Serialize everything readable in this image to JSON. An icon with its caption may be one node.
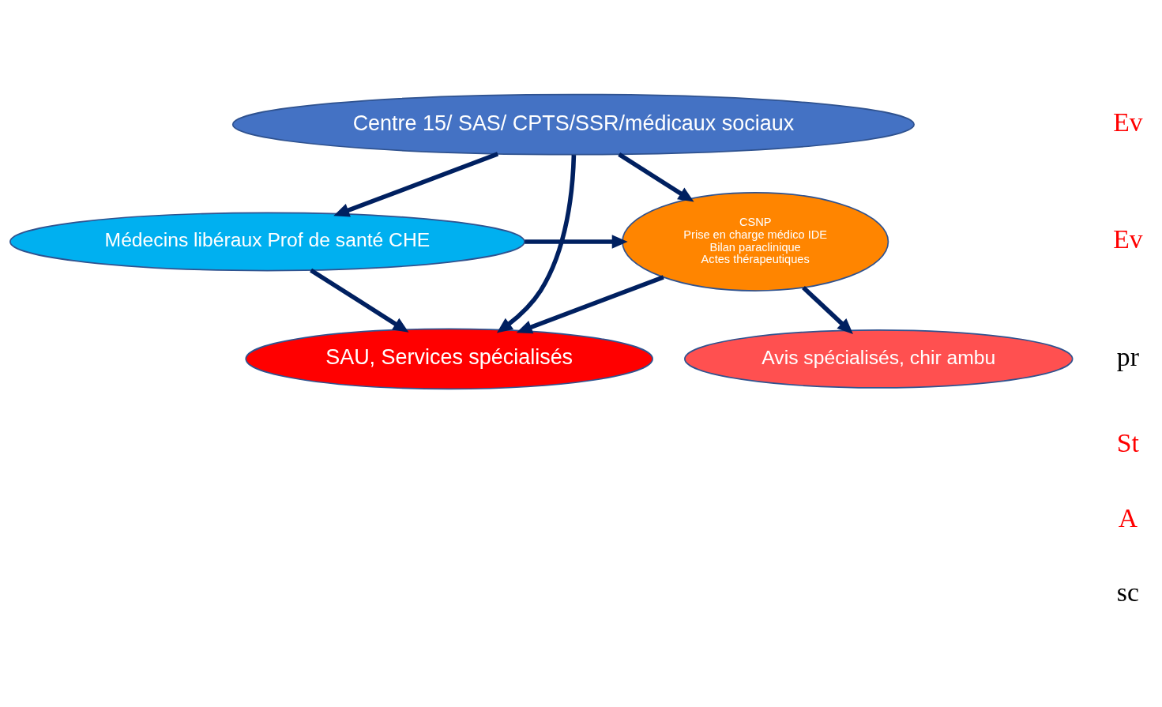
{
  "diagram": {
    "nodes": [
      {
        "text": [
          "Centre 15/ SAS/ CPTS/SSR/médicaux sociaux"
        ]
      },
      {
        "text": [
          "Médecins libéraux Prof de santé CHE"
        ]
      },
      {
        "text": [
          "CSNP",
          "Prise en charge médico IDE",
          "Bilan paraclinique",
          "Actes thérapeutiques"
        ]
      },
      {
        "text": [
          "Avis spécialisés, chir ambu"
        ]
      },
      {
        "text": [
          "SAU, Services spécialisés"
        ]
      }
    ],
    "edges": [
      {
        "from": 0,
        "to": 1,
        "arrow": "to"
      },
      {
        "from": 1,
        "to": 2,
        "arrow": "to"
      },
      {
        "from": 0,
        "to": 2,
        "arrow": "to"
      },
      {
        "from": 2,
        "to": 3,
        "arrow": "to"
      },
      {
        "from": 1,
        "to": 4,
        "arrow": "to"
      },
      {
        "from": 2,
        "to": 4,
        "arrow": "to"
      },
      {
        "from": 0,
        "to": 4,
        "arrow": "to"
      }
    ],
    "labels": [
      "Ev",
      "Ev",
      "pr",
      "St",
      "A",
      "sc"
    ]
  }
}
